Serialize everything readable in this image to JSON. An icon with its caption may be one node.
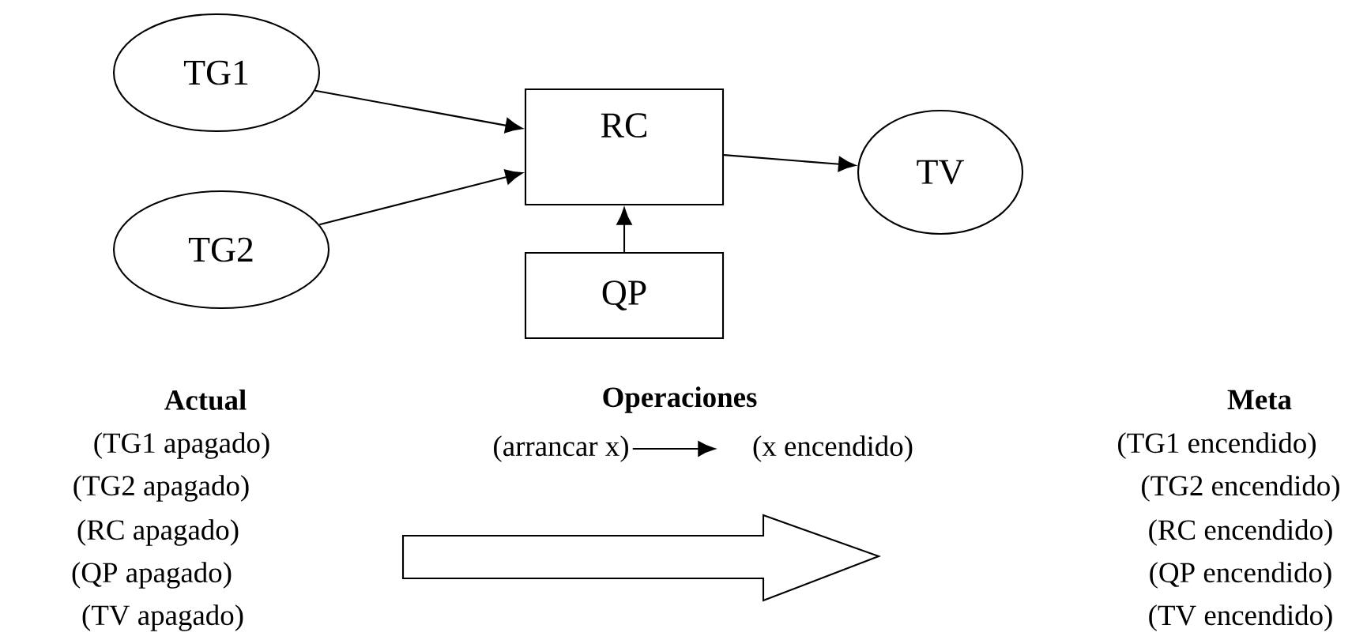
{
  "diagram": {
    "nodes": [
      {
        "text": [
          "TG1"
        ]
      },
      {
        "text": [
          "TG2"
        ]
      },
      {
        "text": [
          "RC"
        ]
      },
      {
        "text": [
          "TV"
        ]
      },
      {
        "text": [
          "QP"
        ]
      },
      {
        "text": [
          "(arrancar x)"
        ]
      },
      {
        "text": [
          "(x encendido)"
        ]
      }
    ],
    "edges": [
      {
        "from": 0,
        "to": 2,
        "arrow": "to"
      },
      {
        "from": 1,
        "to": 2,
        "arrow": "to"
      },
      {
        "from": 2,
        "to": 3,
        "arrow": "to"
      },
      {
        "from": 4,
        "to": 2,
        "arrow": "to"
      },
      {
        "from": 5,
        "to": 6,
        "arrow": "to"
      }
    ],
    "labels": [
      "Actual",
      "(TG1 apagado)",
      "(TG2 apagado)",
      "(RC apagado)",
      "(QP apagado)",
      "(TV apagado)",
      "Operaciones",
      "Meta",
      "(TG1 encendido)",
      "(TG2 encendido)",
      "(RC encendido)",
      "(QP encendido)",
      "(TV encendido)"
    ]
  }
}
